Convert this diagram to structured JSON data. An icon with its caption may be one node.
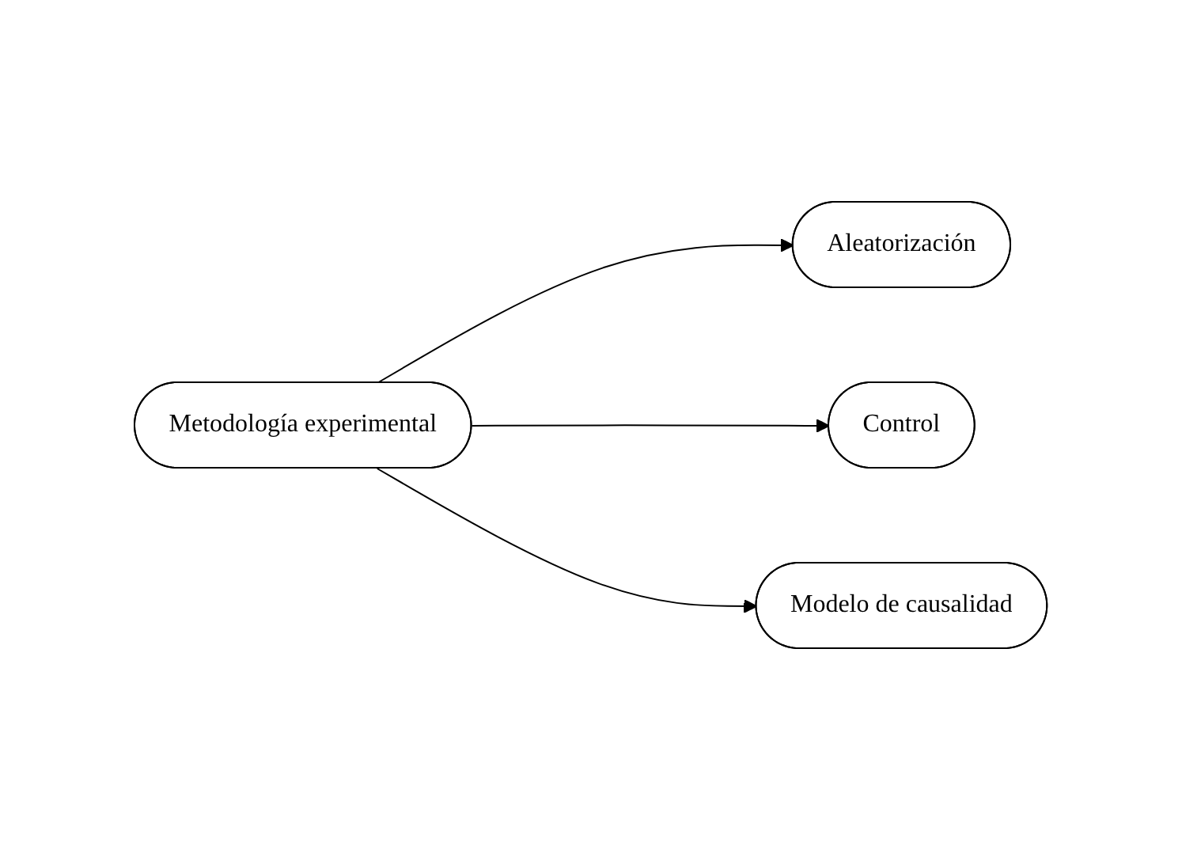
{
  "diagram": {
    "nodes": [
      {
        "text": [
          "Metodología experimental"
        ]
      },
      {
        "text": [
          "Aleatorización"
        ]
      },
      {
        "text": [
          "Control"
        ]
      },
      {
        "text": [
          "Modelo de causalidad"
        ]
      }
    ],
    "edges": [
      {
        "from": 0,
        "to": 1,
        "arrow": "to"
      },
      {
        "from": 0,
        "to": 2,
        "arrow": "to"
      },
      {
        "from": 0,
        "to": 3,
        "arrow": "to"
      }
    ]
  }
}
